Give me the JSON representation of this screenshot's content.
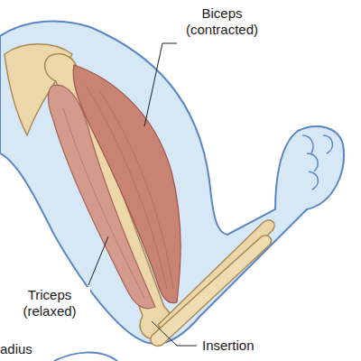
{
  "diagram": {
    "labels": [
      "Biceps (contracted)",
      "Triceps (relaxed)",
      "adius",
      "Insertion"
    ]
  }
}
